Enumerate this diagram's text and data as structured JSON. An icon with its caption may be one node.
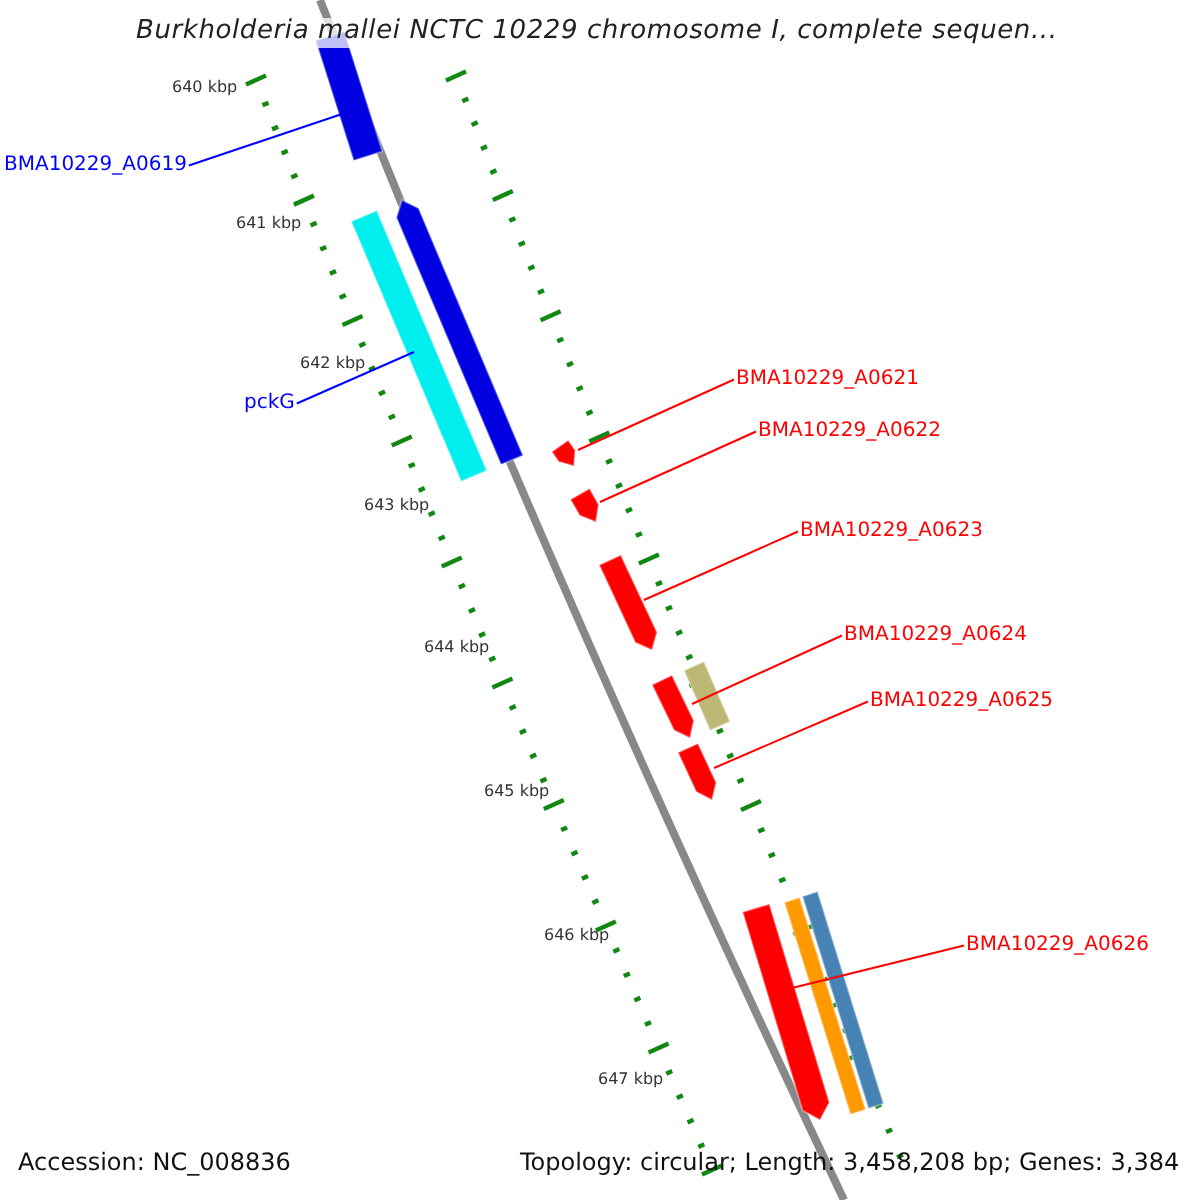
{
  "diagram": {
    "title": "Burkholderia mallei NCTC 10229 chromosome I, complete sequen...",
    "nodes": [
      {
        "text": [
          "BMA10229_A0619"
        ]
      },
      {
        "text": [],
        "shape": "bar"
      },
      {
        "text": [
          "pckG"
        ]
      },
      {
        "text": [],
        "shape": "bar"
      },
      {
        "text": [],
        "shape": "bar"
      },
      {
        "text": [
          "BMA10229_A0621"
        ]
      },
      {
        "text": [],
        "shape": "bar"
      },
      {
        "text": [
          "BMA10229_A0622"
        ]
      },
      {
        "text": [],
        "shape": "bar"
      },
      {
        "text": [
          "BMA10229_A0623"
        ]
      },
      {
        "text": [],
        "shape": "bar"
      },
      {
        "text": [
          "BMA10229_A0624"
        ]
      },
      {
        "text": [],
        "shape": "bar"
      },
      {
        "text": [],
        "shape": "bar"
      },
      {
        "text": [
          "BMA10229_A0625"
        ]
      },
      {
        "text": [],
        "shape": "bar"
      },
      {
        "text": [
          "BMA10229_A0626"
        ]
      },
      {
        "text": [],
        "shape": "bar"
      },
      {
        "text": [],
        "shape": "bar"
      },
      {
        "text": [],
        "shape": "bar"
      }
    ],
    "edges": [
      {
        "from": 0,
        "to": 1,
        "arrow": "none",
        "color": "#0000ff"
      },
      {
        "from": 2,
        "to": 3,
        "arrow": "none",
        "color": "#0000ff"
      },
      {
        "from": 5,
        "to": 6,
        "arrow": "none"
      },
      {
        "from": 7,
        "to": 8,
        "arrow": "none"
      },
      {
        "from": 9,
        "to": 10,
        "arrow": "none"
      },
      {
        "from": 11,
        "to": 13,
        "arrow": "none"
      },
      {
        "from": 14,
        "to": 15,
        "arrow": "none"
      },
      {
        "from": 16,
        "to": 17,
        "arrow": "none"
      }
    ],
    "labels": [
      "640 kbp",
      "641 kbp",
      "642 kbp",
      "643 kbp",
      "644 kbp",
      "645 kbp",
      "646 kbp",
      "647 kbp",
      "Accession: NC_008836",
      "Topology: circular; Length: 3,458,208 bp; Genes: 3,384"
    ]
  }
}
